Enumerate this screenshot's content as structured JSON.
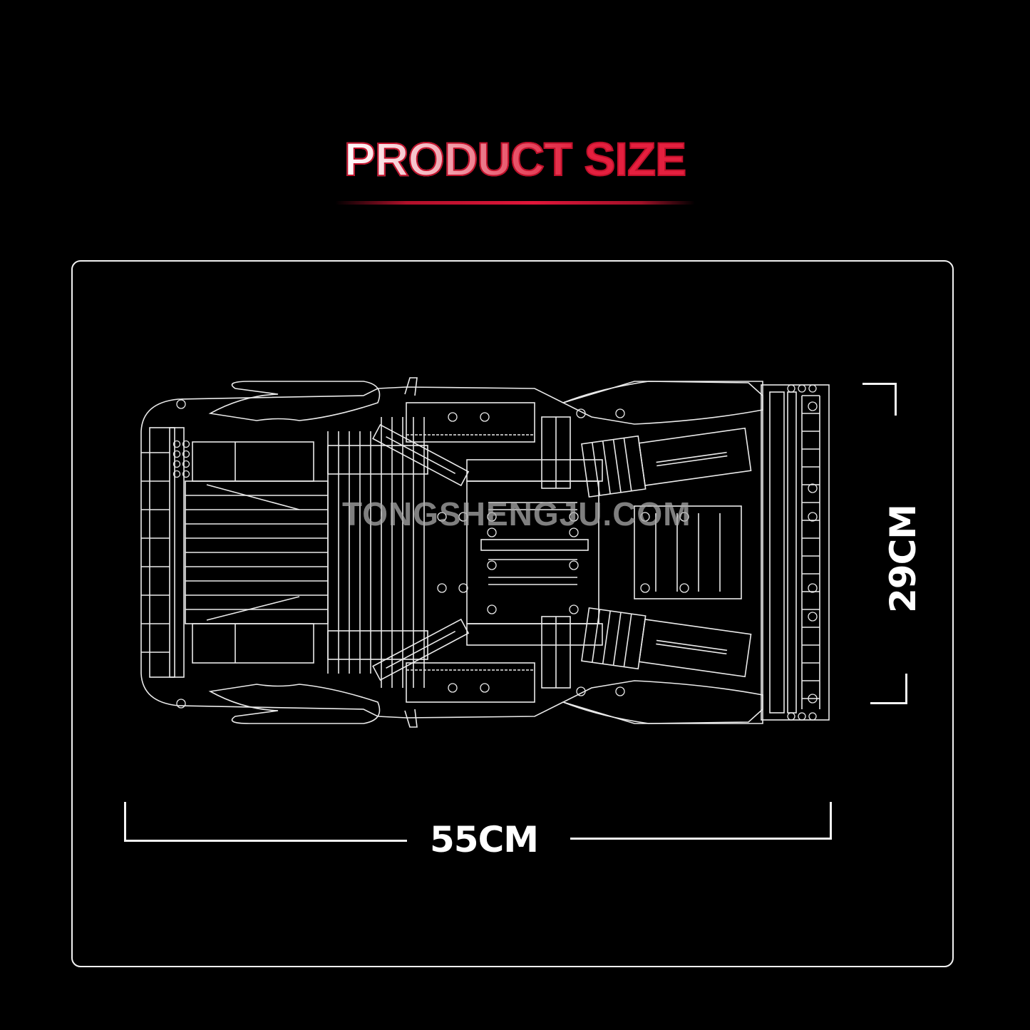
{
  "header": {
    "title_part1": "PRODUCT ",
    "title_part2": "SIZE",
    "accent_color": "#e4203f"
  },
  "drawing": {
    "subject": "car-top-view-line-drawing",
    "watermark": "TONGSHENGJU.COM"
  },
  "dimensions": {
    "length": {
      "label": "55CM",
      "value": 55,
      "unit": "CM"
    },
    "width": {
      "label": "29CM",
      "value": 29,
      "unit": "CM"
    }
  }
}
